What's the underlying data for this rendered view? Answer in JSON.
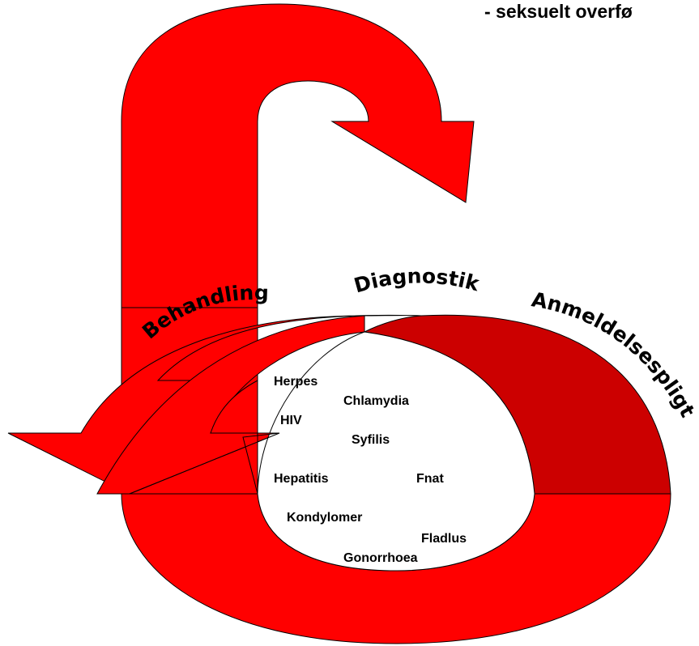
{
  "heading": "- seksuelt overfø",
  "colors": {
    "primary_red": "#ff0000",
    "dark_red": "#cc0000",
    "outline": "#000000",
    "background": "#ffffff"
  },
  "cycle_labels": {
    "behandling": "Behandling",
    "diagnostik": "Diagnostik",
    "anmeldelsespligt": "Anmeldelsespligt"
  },
  "diseases": [
    "Herpes",
    "Chlamydia",
    "HIV",
    "Syfilis",
    "Hepatitis",
    "Fnat",
    "Kondylomer",
    "Fladlus",
    "Gonorrhoea"
  ]
}
